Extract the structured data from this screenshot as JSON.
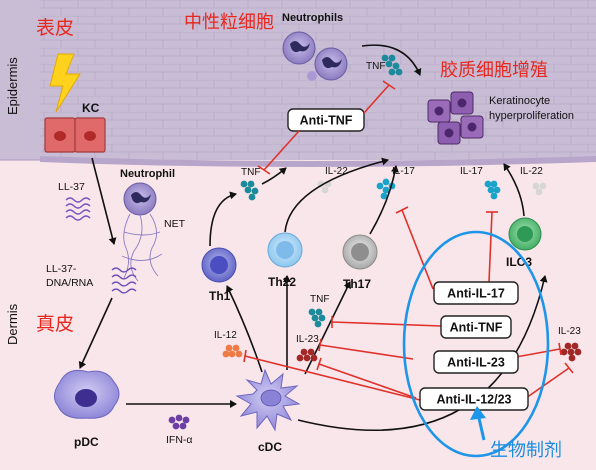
{
  "layers": {
    "epidermis": "Epidermis",
    "dermis": "Dermis",
    "epidermis_cn": "表皮",
    "dermis_cn": "真皮"
  },
  "epidermis_labels": {
    "neutrophils_cn": "中性粒细胞",
    "neutrophils": "Neutrophils",
    "keratinocyte_cn": "胶质细胞增殖",
    "keratinocyte_line1": "Keratinocyte",
    "keratinocyte_line2": "hyperproliferation",
    "kc": "KC"
  },
  "cells": {
    "neutrophil": "Neutrophil",
    "net": "NET",
    "ll37": "LL-37",
    "ll37_dna_line1": "LL-37-",
    "ll37_dna_line2": "DNA/RNA",
    "pdc": "pDC",
    "cdc": "cDC",
    "ifn": "IFN-α",
    "th1": "Th1",
    "th22": "Th22",
    "th17": "Th17",
    "ilc3": "ILC3"
  },
  "cytokines": {
    "tnf_top": "TNF",
    "tnf_th1": "TNF",
    "il22_th22": "IL-22",
    "il17_th17": "IL-17",
    "il17_ilc3": "IL-17",
    "il22_ilc3": "IL-22",
    "tnf_cdc": "TNF",
    "il23_cdc": "IL-23",
    "il12_cdc": "IL-12",
    "il23_right": "IL-23"
  },
  "drugs": {
    "anti_tnf_top": "Anti-TNF",
    "anti_il17": "Anti-IL-17",
    "anti_tnf": "Anti-TNF",
    "anti_il23": "Anti-IL-23",
    "anti_il1223": "Anti-IL-12/23",
    "biologics_cn": "生物制剂"
  },
  "colors": {
    "epidermis_bg": "#c9bdd6",
    "dermis_bg": "#f9e6ea",
    "inhibit_red": "#e0312a",
    "highlight_blue": "#1d95e8",
    "accent_red_text": "#e8271e"
  }
}
